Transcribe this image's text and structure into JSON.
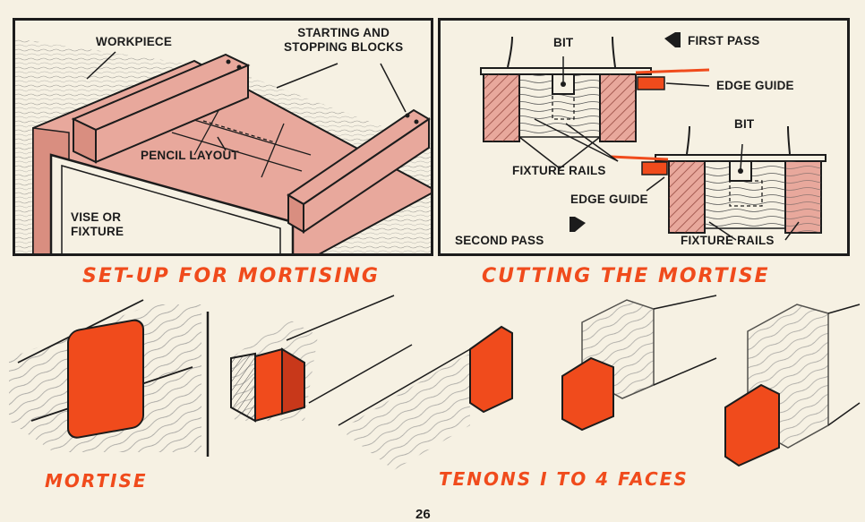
{
  "setup_panel": {
    "workpiece_label": "WORKPIECE",
    "blocks_label": "STARTING AND\nSTOPPING BLOCKS",
    "pencil_label": "PENCIL LAYOUT",
    "vise_label": "VISE OR\nFIXTURE",
    "caption": "SET-UP FOR MORTISING"
  },
  "cutting_panel": {
    "bit_label_1": "BIT",
    "first_pass_label": "FIRST PASS",
    "edge_guide_label_1": "EDGE GUIDE",
    "fixture_rails_label_1": "FIXTURE RAILS",
    "bit_label_2": "BIT",
    "edge_guide_label_2": "EDGE GUIDE",
    "second_pass_label": "SECOND PASS",
    "fixture_rails_label_2": "FIXTURE RAILS",
    "caption": "CUTTING THE MORTISE"
  },
  "bottom": {
    "mortise_caption": "MORTISE",
    "tenons_caption": "TENONS I TO 4 FACES"
  },
  "page_number": "26",
  "colors": {
    "accent": "#f04b1c",
    "wood": "#e8a89c",
    "ink": "#1c1c1c",
    "paper": "#f6f1e3"
  }
}
